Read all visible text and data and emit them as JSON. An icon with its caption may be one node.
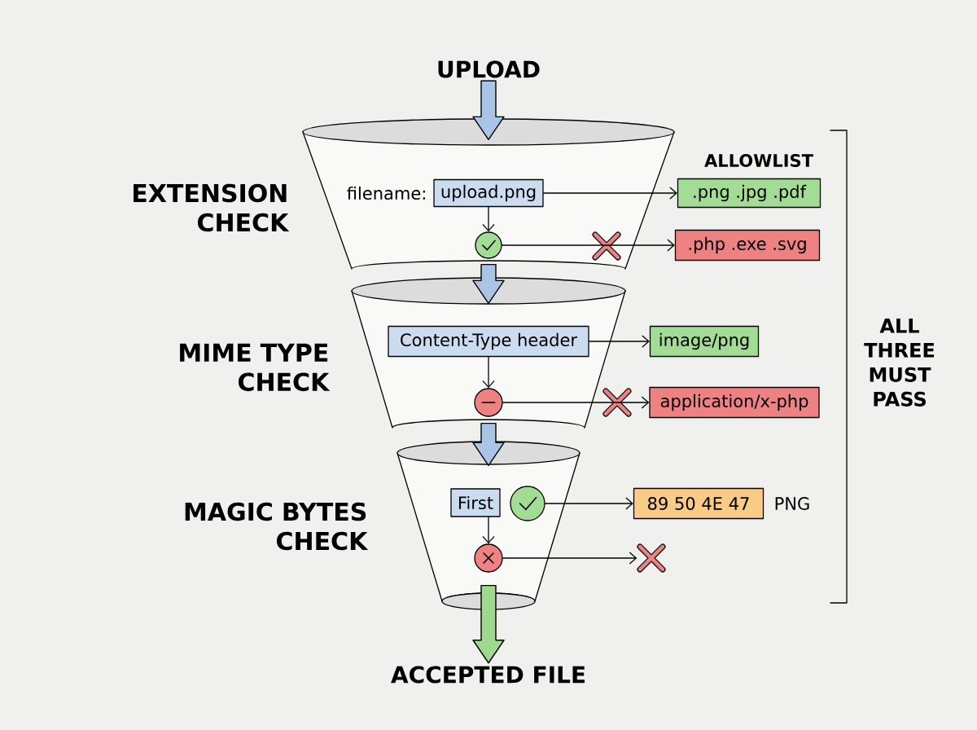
{
  "diagram": {
    "nodes": [
      {
        "text": [
          "UPLOAD"
        ]
      },
      {
        "text": [
          "EXTENSION CHECK"
        ]
      },
      {
        "text": [
          "upload.png"
        ],
        "in": 1,
        "beside": [
          "filename:"
        ]
      },
      {
        "text": [],
        "shape": "circle",
        "in": 1
      },
      {
        "text": [
          ".png  .jpg  .pdf"
        ],
        "beside": [
          "ALLOWLIST"
        ]
      },
      {
        "text": [
          ".php  .exe  .svg"
        ]
      },
      {
        "text": [
          "MIME TYPE CHECK"
        ]
      },
      {
        "text": [
          "Content-Type header"
        ],
        "in": 6
      },
      {
        "text": [],
        "shape": "circle",
        "in": 6
      },
      {
        "text": [
          "image/png"
        ]
      },
      {
        "text": [
          "application/x-php"
        ]
      },
      {
        "text": [
          "MAGIC BYTES CHECK"
        ]
      },
      {
        "text": [
          "First"
        ],
        "in": 11
      },
      {
        "text": [],
        "shape": "circle",
        "in": 11
      },
      {
        "text": [
          "89  50  4E  47"
        ],
        "beside": [
          "PNG"
        ]
      },
      {
        "text": [],
        "shape": "circle",
        "in": 11
      },
      {
        "text": [],
        "shape": "cross"
      },
      {
        "text": [
          "ACCEPTED FILE"
        ]
      }
    ],
    "edges": [
      {
        "from": 0,
        "to": 1,
        "arrow": "to",
        "style": "thick",
        "color": "#a9c4e4"
      },
      {
        "from": 2,
        "to": 4,
        "arrow": "to"
      },
      {
        "from": 2,
        "to": 3,
        "arrow": "to"
      },
      {
        "from": 3,
        "to": 5,
        "arrow": "to"
      },
      {
        "from": 1,
        "to": 6,
        "arrow": "to",
        "style": "thick",
        "color": "#a9c4e4"
      },
      {
        "from": 7,
        "to": 9,
        "arrow": "to"
      },
      {
        "from": 7,
        "to": 8,
        "arrow": "to"
      },
      {
        "from": 8,
        "to": 10,
        "arrow": "to"
      },
      {
        "from": 6,
        "to": 11,
        "arrow": "to",
        "style": "thick",
        "color": "#a9c4e4"
      },
      {
        "from": 13,
        "to": 14,
        "arrow": "to"
      },
      {
        "from": 12,
        "to": 15,
        "arrow": "to"
      },
      {
        "from": 15,
        "to": 16,
        "arrow": "to"
      },
      {
        "from": 11,
        "to": 17,
        "arrow": "to",
        "style": "thick",
        "color": "#9fd98f"
      }
    ],
    "labels": [
      "ALL THREE MUST PASS"
    ]
  }
}
